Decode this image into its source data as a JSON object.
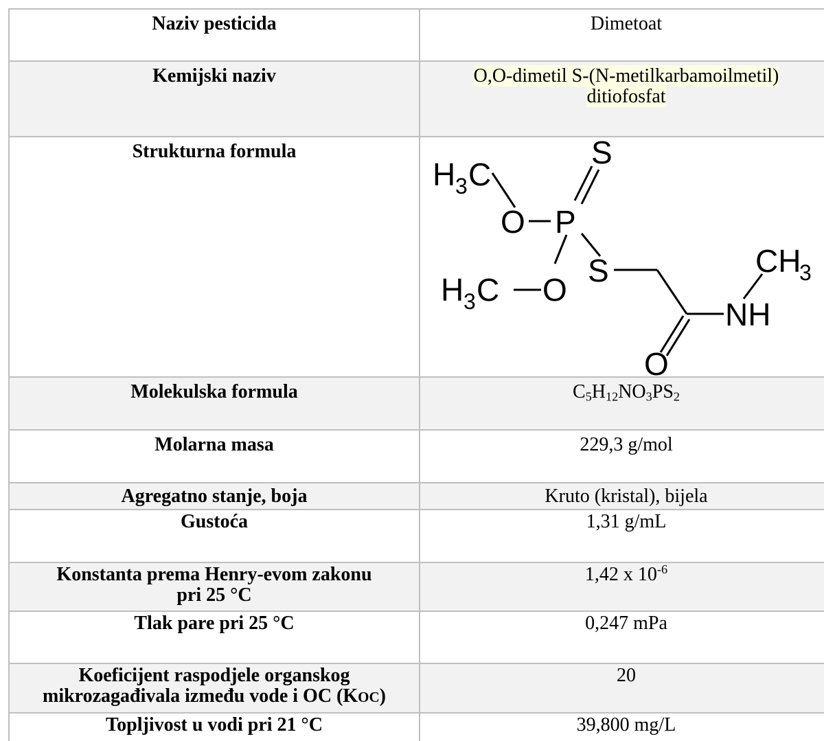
{
  "rows": [
    {
      "key": "Naziv pesticida",
      "value": "Dimetoat"
    },
    {
      "key": "Kemijski naziv",
      "value_line1": "O,O-dimetil S-(N-metilkarbamoilmetil)",
      "value_line2": "ditiofosfat"
    },
    {
      "key": "Strukturna formula",
      "atoms": {
        "s_top": "S",
        "h3c_top_h": "H",
        "h3c_top_3": "3",
        "h3c_top_c": "C",
        "o_top": "O",
        "p": "P",
        "h3c_bot_h": "H",
        "h3c_bot_3": "3",
        "h3c_bot_c": "C",
        "o_bot": "O",
        "s_mid": "S",
        "ch3_c": "CH",
        "ch3_3": "3",
        "nh": "NH",
        "o_carbonyl": "O"
      }
    },
    {
      "key": "Molekulska formula",
      "formula": {
        "c": "C",
        "c_n": "5",
        "h": "H",
        "h_n": "12",
        "no": "NO",
        "o_n": "3",
        "ps": "PS",
        "s_n": "2"
      }
    },
    {
      "key": "Molarna masa",
      "value": "229,3 g/mol"
    },
    {
      "key": "Agregatno stanje, boja",
      "value": "Kruto (kristal), bijela"
    },
    {
      "key": "Gustoća",
      "value": "1,31 g/mL"
    },
    {
      "key_line1": "Konstanta prema Henry-evom zakonu",
      "key_line2": "pri 25 °C",
      "value_base": "1,42 x 10",
      "value_exp": "-6"
    },
    {
      "key": "Tlak pare pri 25 °C",
      "value": "0,247 mPa"
    },
    {
      "key_line1": "Koeficijent raspodjele organskog",
      "key_line2_main": "mikrozagađivala između vode i OC (K",
      "key_line2_sub": "OC",
      "key_line2_end": ")",
      "value": "20"
    },
    {
      "key": "Topljivost u vodi pri 21 °C",
      "value": "39,800 mg/L"
    }
  ]
}
